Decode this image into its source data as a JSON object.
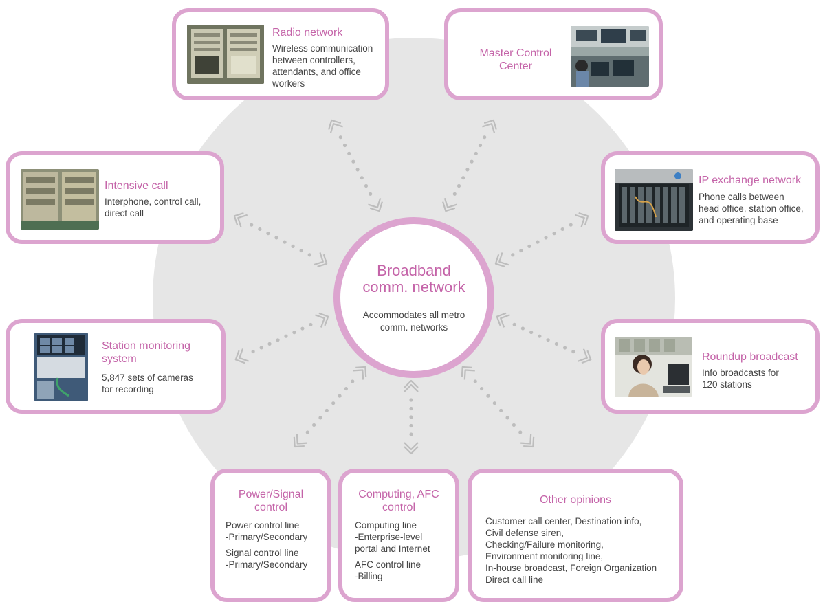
{
  "center": {
    "title_line1": "Broadband",
    "title_line2": "comm. network",
    "desc_line1": "Accommodates all metro",
    "desc_line2": "comm. networks"
  },
  "nodes": {
    "radio": {
      "title": "Radio network",
      "desc": [
        "Wireless communication",
        "between controllers,",
        "attendants, and office",
        "workers"
      ]
    },
    "master": {
      "title": [
        "Master Control",
        "Center"
      ]
    },
    "intensive": {
      "title": "Intensive call",
      "desc": [
        "Interphone, control call,",
        "direct call"
      ]
    },
    "ip": {
      "title": "IP exchange network",
      "desc": [
        "Phone calls between",
        "head office, station office,",
        "and operating base"
      ]
    },
    "station": {
      "title": [
        "Station monitoring",
        "system"
      ],
      "desc": [
        "5,847 sets of cameras",
        "for recording"
      ]
    },
    "roundup": {
      "title": "Roundup broadcast",
      "desc": [
        "Info broadcasts for",
        "120 stations"
      ]
    },
    "power": {
      "title": [
        "Power/Signal",
        "control"
      ],
      "desc1": [
        "Power control line",
        "-Primary/Secondary"
      ],
      "desc2": [
        "Signal control line",
        "-Primary/Secondary"
      ]
    },
    "computing": {
      "title": [
        "Computing, AFC",
        "control"
      ],
      "desc1": [
        "Computing line",
        "-Enterprise-level",
        "portal and Internet"
      ],
      "desc2": [
        "AFC control line",
        "-Billing"
      ]
    },
    "other": {
      "title": "Other opinions",
      "desc": [
        "Customer call center, Destination info,",
        "Civil defense siren,",
        "Checking/Failure monitoring,",
        "Environment monitoring line,",
        "In-house broadcast, Foreign Organization",
        "Direct call line"
      ]
    }
  },
  "colors": {
    "accent": "#c463a8",
    "border": "#dca4cf",
    "disc": "#e6e6e6",
    "dots": "#bdbdbd",
    "text": "#444444"
  }
}
